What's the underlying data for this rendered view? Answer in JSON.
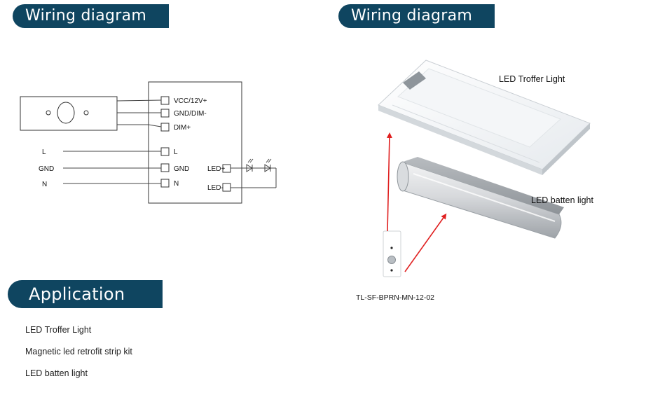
{
  "sections": {
    "wiring_left_title": "Wiring diagram",
    "wiring_right_title": "Wiring diagram",
    "application_title": "Application"
  },
  "wiring": {
    "top_terminals": [
      "VCC/12V+",
      "GND/DIM-",
      "DIM+"
    ],
    "mains_inputs": [
      "L",
      "GND",
      "N"
    ],
    "mains_terminals": [
      "L",
      "GND",
      "N"
    ],
    "led_terminals": [
      "LED+",
      "LED-"
    ]
  },
  "illustration": {
    "troffer_label": "LED Troffer Light",
    "batten_label": "LED batten light",
    "sensor_model": "TL-SF-BPRN-MN-12-02"
  },
  "applications": [
    "LED Troffer Light",
    "Magnetic led retrofit strip kit",
    "LED batten light"
  ],
  "colors": {
    "header_bg": "#0f4560",
    "arrow": "#e02020"
  }
}
